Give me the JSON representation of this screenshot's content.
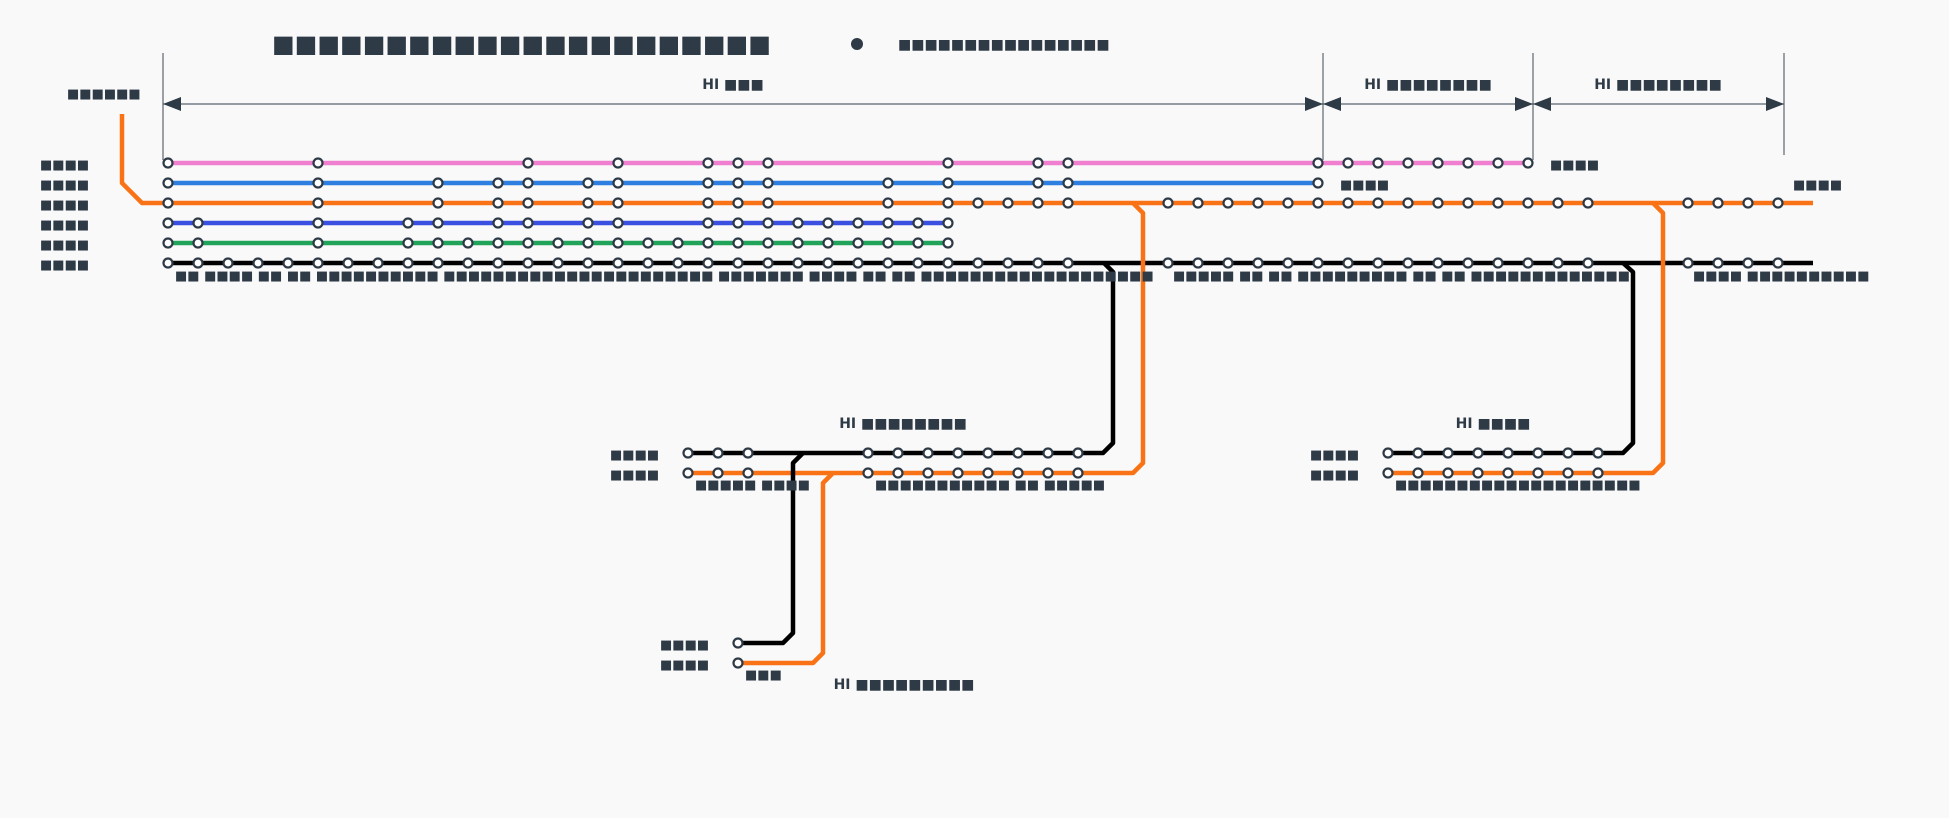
{
  "header": {
    "title": "■■■■■■■■■■■■■■■■■■■■■■",
    "legend_text": "■■■■■■■■■■■■■■■■",
    "left_tag": "■■■■■■"
  },
  "spans": [
    {
      "id": "span-1",
      "label": "HI ■■■"
    },
    {
      "id": "span-2",
      "label": "HI ■■■■■■■■"
    },
    {
      "id": "span-3",
      "label": "HI ■■■■■■■■"
    }
  ],
  "lines": [
    {
      "id": "pink",
      "color": "#f07fd0",
      "label": "■■■■"
    },
    {
      "id": "blue",
      "color": "#2f7fe0",
      "label": "■■■■"
    },
    {
      "id": "orange",
      "color": "#f97316",
      "label": "■■■■"
    },
    {
      "id": "indigo",
      "color": "#3b4fe0",
      "label": "■■■■"
    },
    {
      "id": "green",
      "color": "#22a35a",
      "label": "■■■■"
    },
    {
      "id": "black",
      "color": "#000000",
      "label": "■■■■"
    }
  ],
  "end_labels": {
    "pink": "■■■■",
    "blue": "■■■■",
    "orange_right": "■■■■"
  },
  "main_station_labels": [
    "■■ ■■■■ ■■ ■■ ■■■■■■■■■■ ■■■■■■■■■■■■■■■■■■■■■■ ■■■■■■■ ■■■■ ■■ ■■ ■■■■■■■■■■■■■■■■■■■",
    "■■■■■ ■■ ■■ ■■■■■■■■■ ■■ ■■ ■■■■■■■■■■■■■",
    "■■■■ ■■■■■■■■■■"
  ],
  "branch_mid": {
    "title": "HI ■■■■■■■■",
    "label_black": "■■■■",
    "label_orange": "■■■■",
    "stations_left": "■■■■■ ■■■■",
    "stations_right": "■■■■■■■■■■■ ■■ ■■■■■"
  },
  "branch_right": {
    "title": "HI ■■■■",
    "label_black": "■■■■",
    "label_orange": "■■■■",
    "stations": "■■■■■■■■■■■■■■■■■■■■"
  },
  "branch_bottom": {
    "title": "HI ■■■■■■■■■",
    "label_black": "■■■■",
    "label_orange": "■■■■",
    "stations": "■■■"
  }
}
